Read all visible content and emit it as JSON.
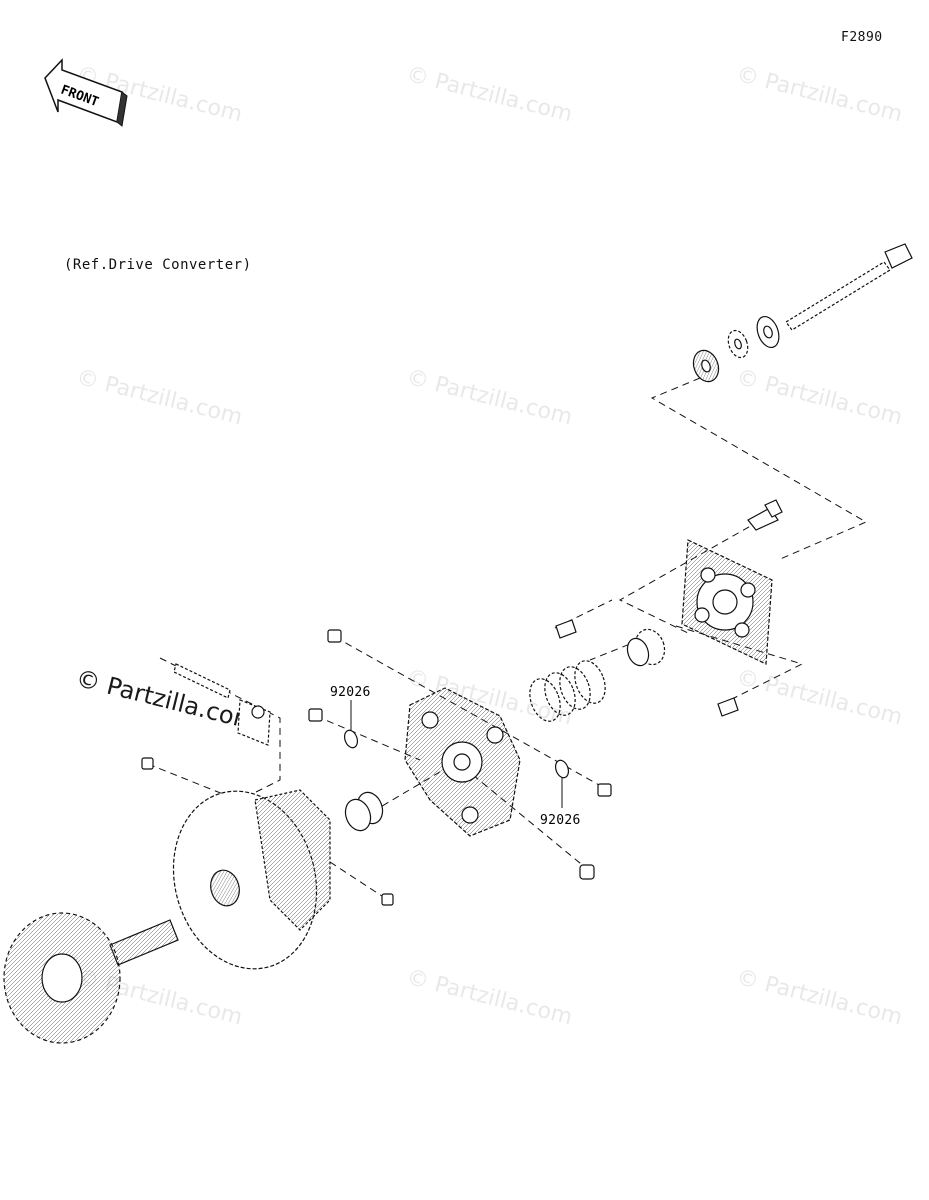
{
  "diagram": {
    "figure_code": "F2890",
    "front_label": "FRONT",
    "ref_note": "(Ref.Drive Converter)",
    "callouts": [
      {
        "part_number": "92026"
      },
      {
        "part_number": "92026"
      }
    ],
    "watermark_text": "© Partzilla.com",
    "watermark_main": "© Partzilla.com"
  }
}
